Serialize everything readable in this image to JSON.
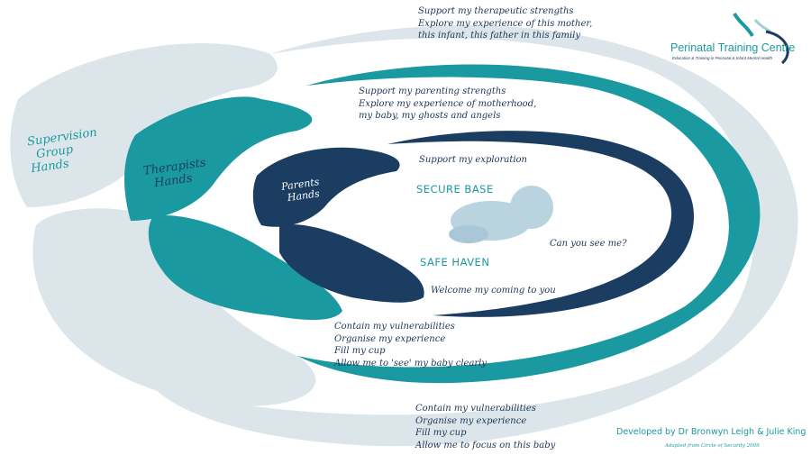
{
  "colors": {
    "outer": "#dce6ea",
    "teal": "#1a9aa0",
    "navy": "#1c3d62",
    "baby": "#b9d3df"
  },
  "logo": {
    "title": "Perinatal Training Centre",
    "subtitle": "Education & Training in Perinatal & Infant Mental Health"
  },
  "hands": {
    "supervision": [
      "Supervision",
      "Group",
      "Hands"
    ],
    "therapists": [
      "Therapists",
      "Hands"
    ],
    "parents": [
      "Parents",
      "Hands"
    ]
  },
  "outer_top": [
    "Support my therapeutic strengths",
    "Explore my experience of this mother,",
    "this infant, this father in this family"
  ],
  "middle_top": [
    "Support my parenting strengths",
    "Explore my experience of motherhood,",
    "my baby, my ghosts and angels"
  ],
  "inner_top": "Support my exploration",
  "secure_base": "SECURE BASE",
  "safe_haven": "SAFE HAVEN",
  "baby_question": "Can you see me?",
  "inner_bottom": "Welcome my coming to you",
  "middle_bottom": [
    "Contain my vulnerabilities",
    "Organise my experience",
    "Fill my cup",
    "Allow me to 'see' my baby clearly"
  ],
  "outer_bottom": [
    "Contain my vulnerabilities",
    "Organise my experience",
    "Fill my cup",
    "Allow me to focus on this baby"
  ],
  "credit": "Developed by Dr Bronwyn Leigh & Julie King",
  "adapted": "Adapted from Circle of Security 2009"
}
